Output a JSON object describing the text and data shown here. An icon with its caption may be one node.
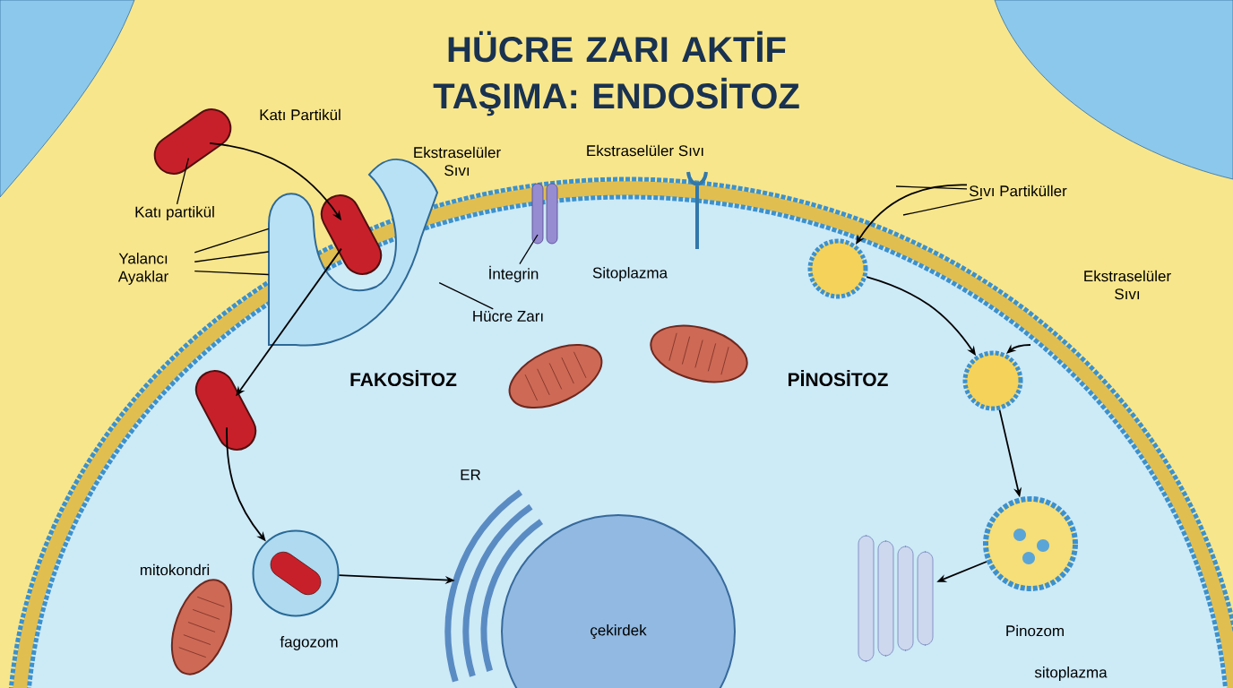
{
  "diagram": {
    "title": "HÜCRE ZARI AKTİF TAŞIMA: ENDOSİTOZ",
    "nodes": [
      {
        "text": [],
        "shape": "picture",
        "beside": [
          "Katı Partikül"
        ]
      },
      {
        "text": [
          "Katı partikül"
        ]
      },
      {
        "text": [],
        "shape": "picture"
      },
      {
        "text": [],
        "shape": "picture",
        "in": 2
      },
      {
        "text": [
          "Yalancı Ayaklar"
        ]
      },
      {
        "text": [],
        "shape": "picture"
      },
      {
        "text": [],
        "shape": "picture",
        "beside": [
          "fagozom"
        ]
      },
      {
        "text": [],
        "shape": "picture",
        "beside": [
          "ER"
        ]
      },
      {
        "text": [
          "çekirdek"
        ]
      },
      {
        "text": [
          "İntegrin"
        ]
      },
      {
        "text": [
          "Hücre Zarı"
        ]
      },
      {
        "text": [
          "Sıvı Partiküller"
        ]
      },
      {
        "text": [],
        "shape": "circle"
      },
      {
        "text": [],
        "shape": "circle"
      },
      {
        "text": [],
        "shape": "picture",
        "beside": [
          "Pinozom"
        ]
      },
      {
        "text": [],
        "shape": "picture"
      },
      {
        "text": [],
        "shape": "picture"
      },
      {
        "text": [],
        "shape": "picture"
      },
      {
        "text": [],
        "shape": "picture"
      }
    ],
    "edges": [
      {
        "from": 0,
        "to": 3,
        "arrow": "to"
      },
      {
        "from": 1,
        "to": 0,
        "arrow": "none"
      },
      {
        "from": 4,
        "to": 2,
        "arrow": "none"
      },
      {
        "from": 4,
        "to": 2,
        "arrow": "none"
      },
      {
        "from": 4,
        "to": 2,
        "arrow": "none"
      },
      {
        "from": 3,
        "to": 5,
        "arrow": "to"
      },
      {
        "from": 5,
        "to": 6,
        "arrow": "to"
      },
      {
        "from": 6,
        "to": 7,
        "arrow": "to"
      },
      {
        "from": 9,
        "to": null,
        "arrow": "none"
      },
      {
        "from": 10,
        "to": 2,
        "arrow": "none"
      },
      {
        "from": 11,
        "to": 12,
        "arrow": "to"
      },
      {
        "from": 11,
        "to": null,
        "arrow": "none"
      },
      {
        "from": 11,
        "to": null,
        "arrow": "none"
      },
      {
        "from": 12,
        "to": 13,
        "arrow": "to"
      },
      {
        "from": null,
        "to": 13,
        "arrow": "to"
      },
      {
        "from": 13,
        "to": 14,
        "arrow": "to"
      },
      {
        "from": 14,
        "to": 15,
        "arrow": "to"
      }
    ],
    "labels": [
      "Ekstraselüler Sıvı",
      "Ekstraselüler Sıvı",
      "Sitoplazma",
      "Ekstraselüler Sıvı",
      "FAKOSİTOZ",
      "PİNOSİTOZ",
      "mitokondri",
      "sitoplazma"
    ]
  }
}
